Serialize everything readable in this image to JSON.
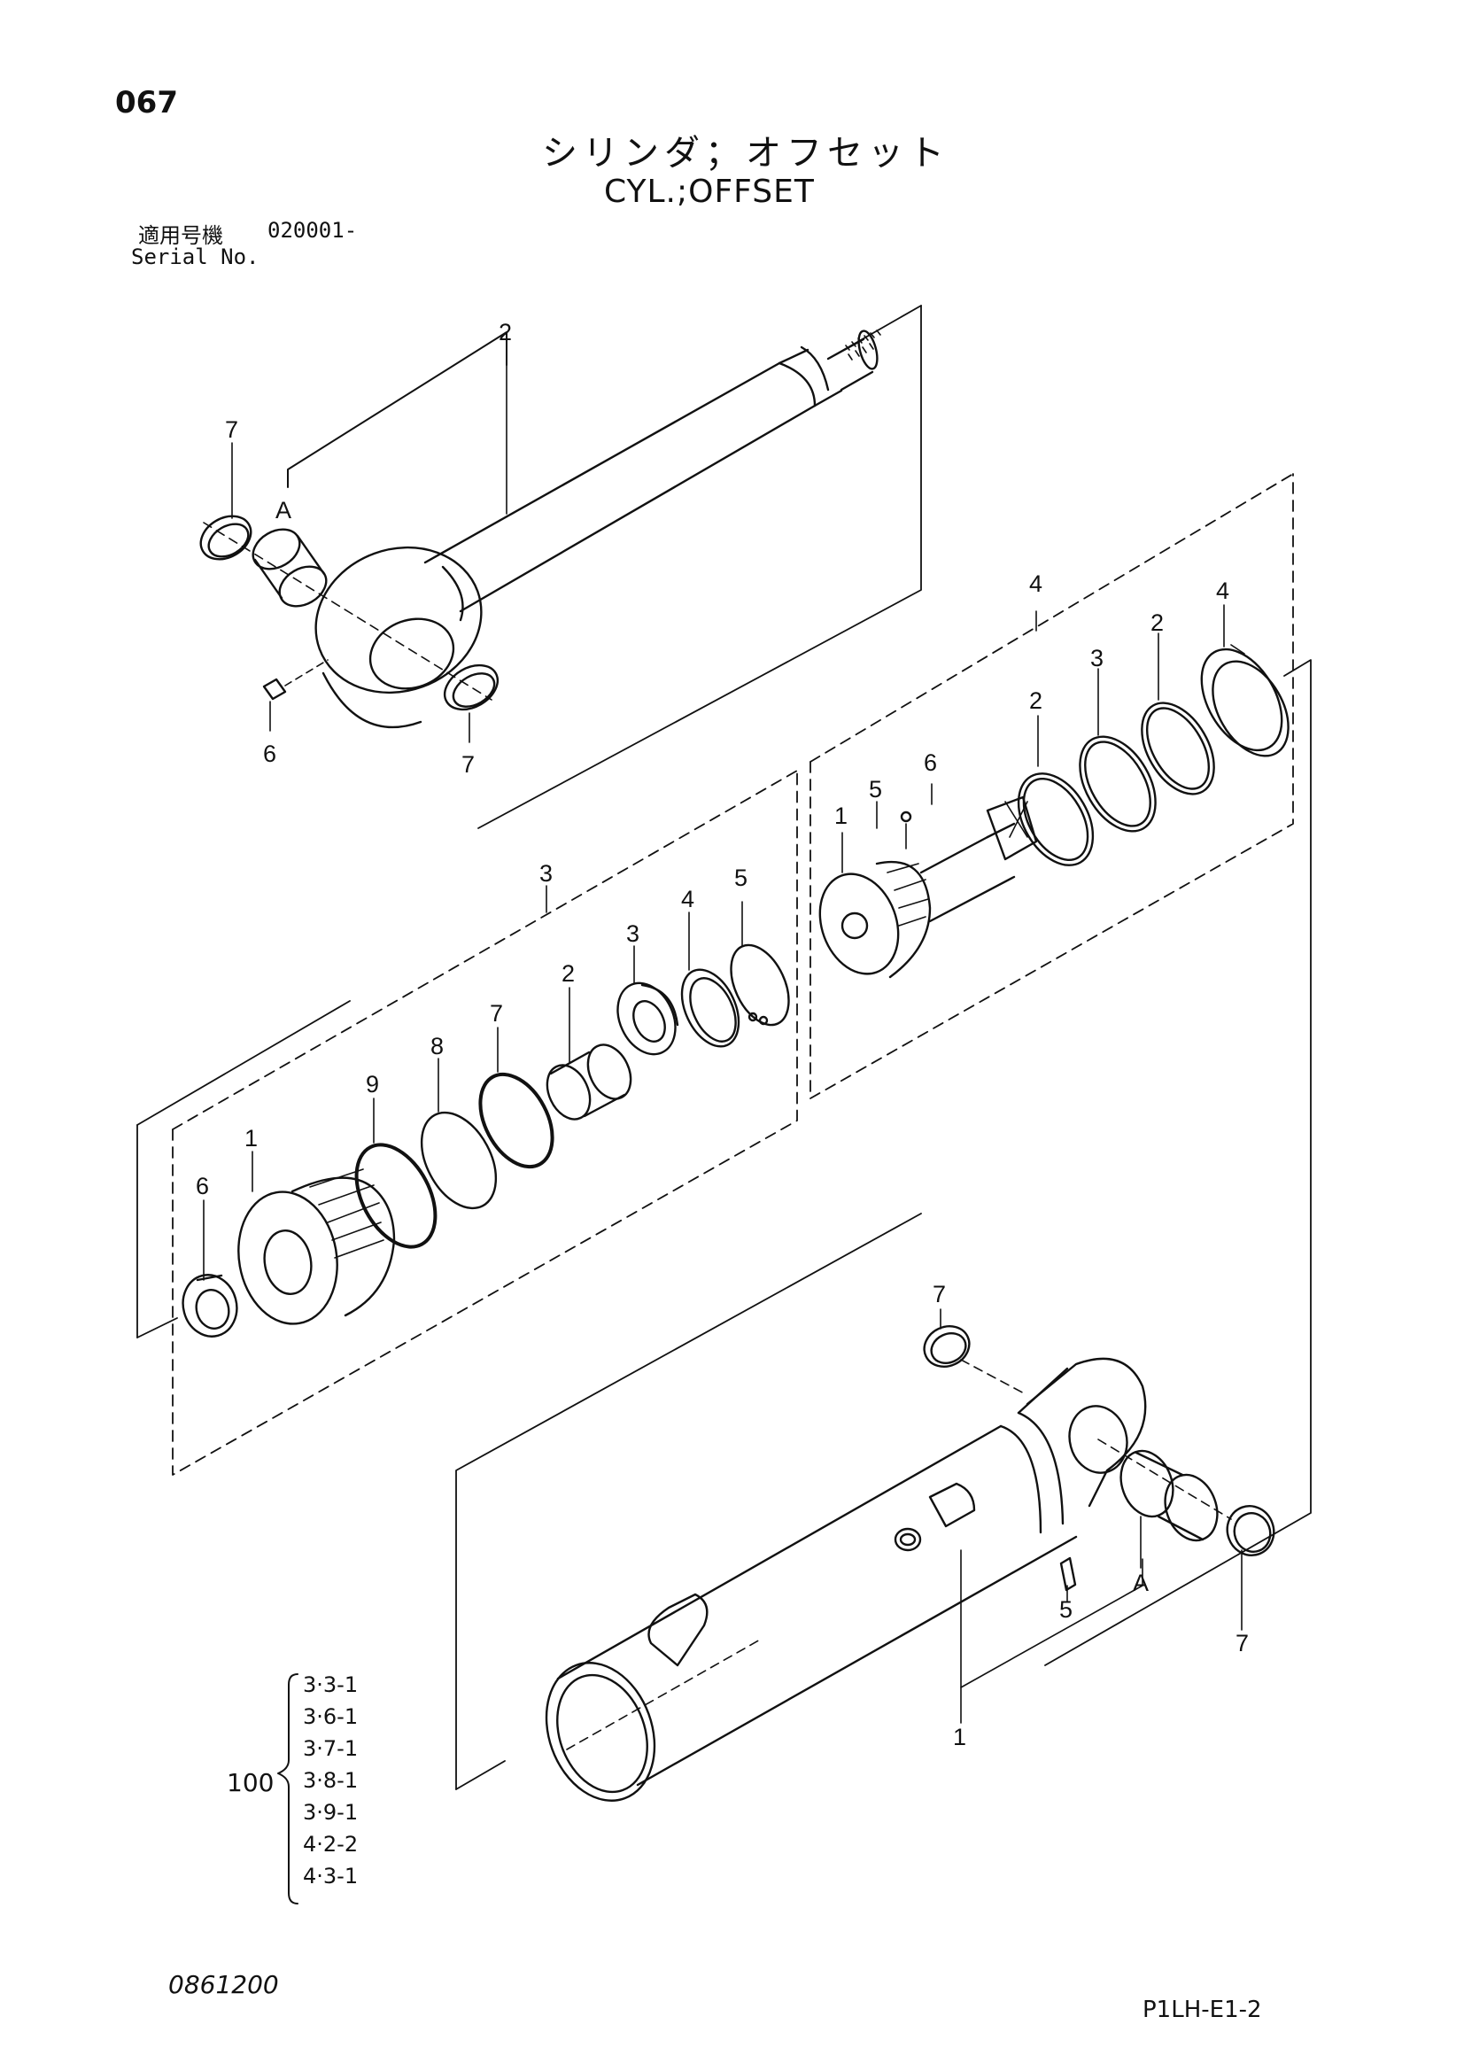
{
  "page": {
    "number": "067",
    "title_ja": "シリンダ；オフセット",
    "title_en": "CYL.;OFFSET",
    "serial_label_ja": "適用号機",
    "serial_value": "020001-",
    "serial_label_en": "Serial No.",
    "drawing_number": "0861200",
    "sheet_code": "P1LH-E1-2"
  },
  "kit": {
    "label": "100",
    "items": [
      "3·3-1",
      "3·6-1",
      "3·7-1",
      "3·8-1",
      "3·9-1",
      "4·2-2",
      "4·3-1"
    ]
  },
  "callouts": {
    "rod_top": "2",
    "rod_ring_left": "7",
    "rod_bushing": "A",
    "rod_grease": "6",
    "rod_ring_right": "7",
    "piston_group": "4",
    "piston_ring_2a": "2",
    "piston_ring_3": "3",
    "piston_ring_2b": "2",
    "piston_ring_4": "4",
    "piston_setscrew": "6",
    "piston_screw": "5",
    "piston_body": "1",
    "head_group": "3",
    "head_ring_5": "5",
    "head_ring_4": "4",
    "head_seal_3": "3",
    "head_bushing_2": "2",
    "head_ring_7": "7",
    "head_ring_8": "8",
    "head_ring_9": "9",
    "head_body": "1",
    "head_wiper": "6",
    "tube_ring_top": "7",
    "tube_grease": "5",
    "tube_bushing": "A",
    "tube_ring_right": "7",
    "tube_body": "1"
  }
}
